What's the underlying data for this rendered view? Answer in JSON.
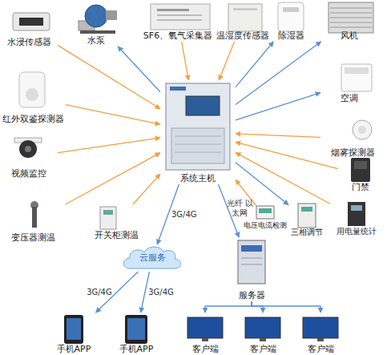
{
  "diagram": {
    "nodes": [
      {
        "text": [
          "水浸传感器"
        ]
      },
      {
        "text": [
          "水泵"
        ]
      },
      {
        "text": [
          "SF6、氧气采集器"
        ]
      },
      {
        "text": [
          "温湿度传感器"
        ]
      },
      {
        "text": [
          "除湿器"
        ]
      },
      {
        "text": [
          "风机"
        ]
      },
      {
        "text": [
          "红外双鉴探测器"
        ]
      },
      {
        "text": [
          "空调"
        ]
      },
      {
        "text": [
          "视频监控"
        ]
      },
      {
        "text": [
          "烟雾探测器"
        ]
      },
      {
        "text": [
          "门禁"
        ]
      },
      {
        "text": [
          "系统主机"
        ]
      },
      {
        "text": [
          "变压器测温"
        ]
      },
      {
        "text": [
          "开关柜测温"
        ]
      },
      {
        "text": [
          "电压电流检测"
        ]
      },
      {
        "text": [
          "三相调节"
        ]
      },
      {
        "text": [
          "用电量统计"
        ]
      },
      {
        "text": [
          "云服务"
        ]
      },
      {
        "text": [
          "服务器"
        ]
      },
      {
        "text": [
          "手机APP"
        ]
      },
      {
        "text": [
          "手机APP"
        ]
      },
      {
        "text": [
          "客户端"
        ]
      },
      {
        "text": [
          "客户端"
        ]
      },
      {
        "text": [
          "客户端"
        ]
      }
    ],
    "edges": [
      {
        "from": 0,
        "to": 11,
        "arrow": "to"
      },
      {
        "from": 11,
        "to": 1,
        "arrow": "to"
      },
      {
        "from": 2,
        "to": 11,
        "arrow": "to"
      },
      {
        "from": 3,
        "to": 11,
        "arrow": "to"
      },
      {
        "from": 11,
        "to": 4,
        "arrow": "to"
      },
      {
        "from": 11,
        "to": 5,
        "arrow": "to"
      },
      {
        "from": 6,
        "to": 11,
        "arrow": "to"
      },
      {
        "from": 11,
        "to": 7,
        "arrow": "to"
      },
      {
        "from": 8,
        "to": 11,
        "arrow": "to"
      },
      {
        "from": 9,
        "to": 11,
        "arrow": "to"
      },
      {
        "from": 10,
        "to": 11,
        "arrow": "to"
      },
      {
        "from": 12,
        "to": 11,
        "arrow": "to"
      },
      {
        "from": 13,
        "to": 11,
        "arrow": "to"
      },
      {
        "from": 14,
        "to": 11,
        "arrow": "to"
      },
      {
        "from": 11,
        "to": 15,
        "arrow": "to"
      },
      {
        "from": 16,
        "to": 11,
        "arrow": "to"
      },
      {
        "from": 11,
        "to": 17,
        "label": "3G/4G",
        "arrow": "to"
      },
      {
        "from": 11,
        "to": 18,
        "label": "光纤 以太网",
        "arrow": "to"
      },
      {
        "from": 17,
        "to": 19,
        "label": "3G/4G",
        "arrow": "to"
      },
      {
        "from": 17,
        "to": 20,
        "label": "3G/4G",
        "arrow": "to"
      },
      {
        "from": 18,
        "to": 21,
        "arrow": "to"
      },
      {
        "from": 18,
        "to": 22,
        "arrow": "to"
      },
      {
        "from": 18,
        "to": 23,
        "arrow": "to"
      }
    ]
  }
}
